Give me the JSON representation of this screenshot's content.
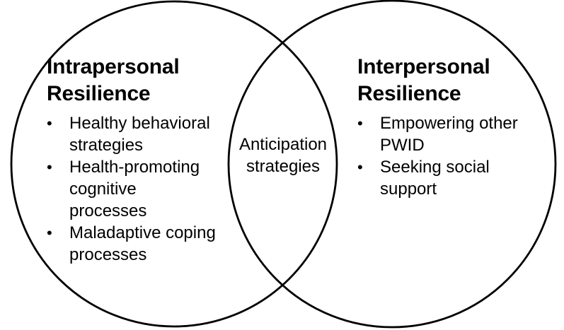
{
  "diagram": {
    "type": "venn",
    "bullet_glyph": "•",
    "colors": {
      "circle_stroke": "#000000",
      "text": "#000000",
      "background": "#ffffff"
    },
    "left": {
      "title": "Intrapersonal Resilience",
      "items": [
        "Healthy behavioral strategies",
        "Health-promoting cognitive processes",
        "Maladaptive coping processes"
      ]
    },
    "overlap": {
      "label": "Anticipation strategies"
    },
    "right": {
      "title": "Interpersonal Resilience",
      "items": [
        "Empowering other PWID",
        "Seeking social support"
      ]
    }
  }
}
